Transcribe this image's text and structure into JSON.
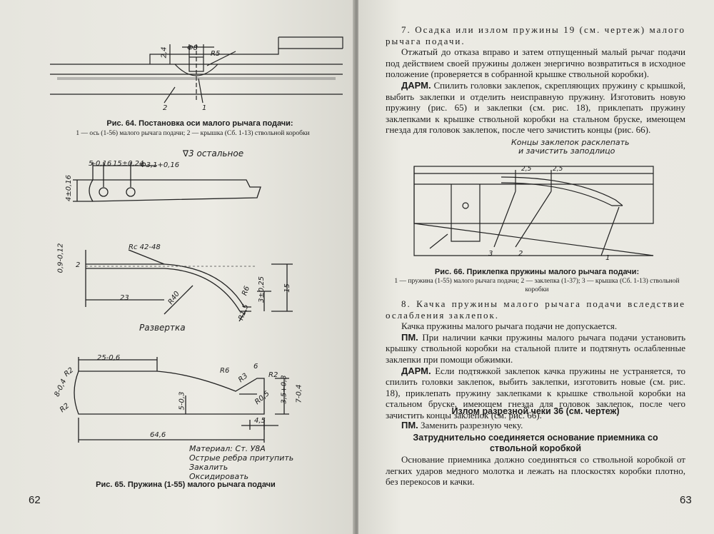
{
  "left_page": {
    "fig64": {
      "dims": {
        "d1": "2,4",
        "d2": "Ф8",
        "d3": "R5"
      },
      "callouts": {
        "c1": "1",
        "c2": "2"
      },
      "caption": "Рис. 64. Постановка оси малого рычага подачи:",
      "sub": "1 — ось (1-56) малого рычага подачи; 2 — крышка (Сб. 1-13) ствольной коробки"
    },
    "fig65": {
      "roughness": "∇3 остальное",
      "top_view": {
        "d_5": "5-0,16",
        "d_15": "15±0,24",
        "d_hole": "Ф3,1+0,16",
        "d_4": "4±0,16"
      },
      "side_view": {
        "rc": "Rс 42-48",
        "d_09": "0,9-0,12",
        "d_2": "2",
        "d_23": "23",
        "r40": "R40",
        "r6": "R6",
        "d_3": "3±0,25",
        "d_15": "15",
        "r15": "R1,5"
      },
      "razvertka_label": "Развертка",
      "flat_view": {
        "d_25": "25-0,6",
        "r2a": "R2",
        "d_8": "8-0,4",
        "r2b": "R2",
        "r6": "R6",
        "r3": "R3",
        "d_6": "6",
        "r2c": "R2",
        "d_35": "3,5+0,3",
        "d_5": "5-0,3",
        "r05": "R0,5",
        "d_7": "7-0,4",
        "d_45": "4,5",
        "d_646": "64,6"
      },
      "notes": [
        "Материал: Ст. У8А",
        "Острые ребра притупить",
        "Закалить",
        "Оксидировать"
      ],
      "caption": "Рис. 65. Пружина (1-55) малого рычага подачи"
    },
    "page_number": "62"
  },
  "right_page": {
    "section7": {
      "num": "7.",
      "title": "Осадка или излом пружины 19 (см. чертеж) малого рычага подачи.",
      "para1": "Отжатый до отказа вправо и затем отпущенный малый рычаг подачи под действием своей пружины должен энергично возвратиться в исходное положение (проверяется в собранной крышке ствольной коробки).",
      "darm_label": "ДАРМ.",
      "darm_text": "Спилить головки заклепок, скрепляющих пружину с крышкой, выбить заклепки и отделить неисправную пружину. Изготовить новую пружину (рис. 65) и заклепки (см. рис. 18), приклепать пружину заклепками к крышке ствольной коробки на стальном бруске, имеющем гнезда для головок заклепок, после чего зачистить концы (рис. 66)."
    },
    "fig66": {
      "annotation": [
        "Концы заклепок расклепать",
        "и зачистить заподлицо"
      ],
      "callouts": {
        "c3": "3",
        "c2": "2",
        "c1": "1"
      },
      "dims": {
        "d1": "2,5",
        "d2": "2,5"
      },
      "caption": "Рис. 66. Приклепка пружины малого рычага подачи:",
      "sub": "1 — пружина (1-55) малого рычага подачи; 2 — заклепка (1-37); 3 — крышка (Сб. 1-13) ствольной коробки"
    },
    "section8": {
      "num": "8.",
      "title": "Качка пружины малого рычага подачи вследствие ослабления заклепок.",
      "para1": "Качка пружины малого рычага подачи не допускается.",
      "pm_label": "ПМ.",
      "pm_text": "При наличии качки пружины малого рычага подачи установить крышку ствольной коробки на стальной плите и подтянуть ослабленные заклепки при помощи обжимки.",
      "darm_label": "ДАРМ.",
      "darm_text": "Если подтяжкой заклепок качка пружины не устраняется, то спилить головки заклепок, выбить заклепки, изготовить новые (см. рис. 18), приклепать пружину заклепками к крышке ствольной коробки на стальном бруске, имеющем гнезда для головок заклепок, после чего зачистить концы заклепок (см. рис. 66)."
    },
    "section_check": {
      "heading": "Излом разрезной чеки 36 (см. чертеж)",
      "pm_label": "ПМ.",
      "pm_text": "Заменить разрезную чеку."
    },
    "section_receiver": {
      "heading": "Затруднительно соединяется основание приемника со ствольной коробкой",
      "para": "Основание приемника должно соединяться со ствольной коробкой от легких ударов медного молотка и лежать на плоскостях коробки плотно, без перекосов и качки."
    },
    "page_number": "63"
  }
}
